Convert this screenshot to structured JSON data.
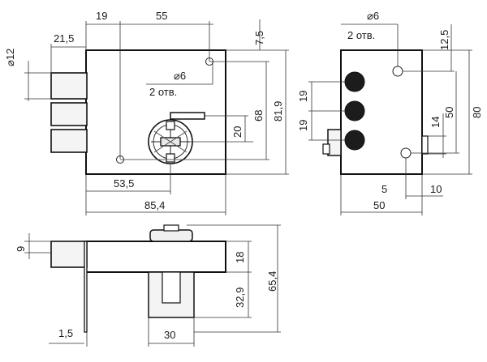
{
  "diagram": {
    "dimensions": {
      "front_bolt_dia": "⌀12",
      "front_offset": "21,5",
      "front_19": "19",
      "front_55": "55",
      "front_7_5": "7,5",
      "front_hole_dia": "⌀6",
      "front_holes_count": "2 отв.",
      "front_20": "20",
      "front_68": "68",
      "front_81_9": "81,9",
      "front_53_5": "53,5",
      "front_85_4": "85,4",
      "side_hole_dia": "⌀6",
      "side_holes_count": "2 отв.",
      "side_12_5": "12,5",
      "side_19a": "19",
      "side_19b": "19",
      "side_14": "14",
      "side_50h": "50",
      "side_80": "80",
      "side_5": "5",
      "side_10": "10",
      "side_50w": "50",
      "bottom_9": "9",
      "bottom_18": "18",
      "bottom_65_4": "65,4",
      "bottom_32_9": "32,9",
      "bottom_1_5": "1,5",
      "bottom_30": "30"
    }
  }
}
